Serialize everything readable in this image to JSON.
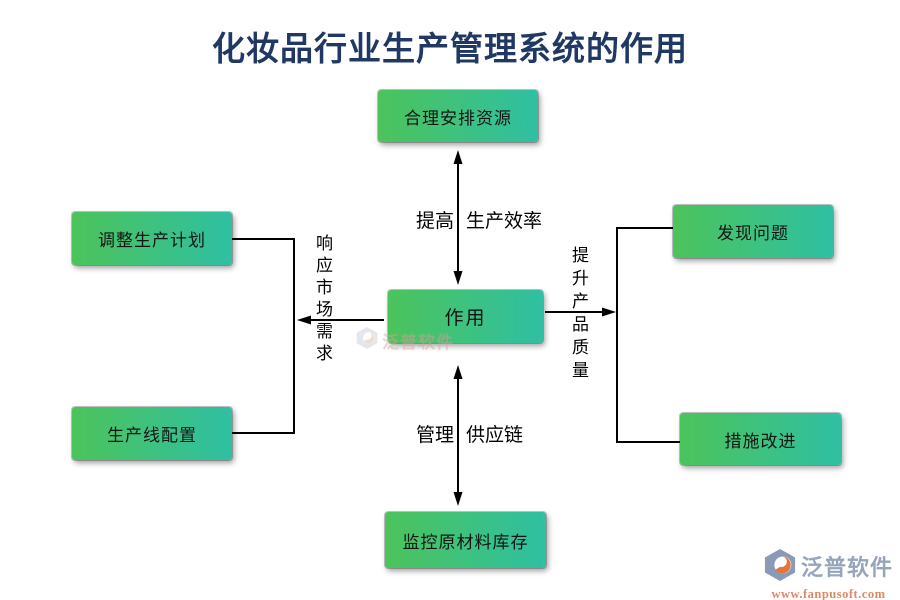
{
  "title": "化妆品行业生产管理系统的作用",
  "nodes": {
    "center": "作用",
    "top": "合理安排资源",
    "left_top": "调整生产计划",
    "left_bottom": "生产线配置",
    "right_top": "发现问题",
    "right_bottom": "措施改进",
    "bottom": "监控原材料库存"
  },
  "edge_labels": {
    "top": {
      "left": "提高",
      "right": "生产效率"
    },
    "bottom": {
      "left": "管理",
      "right": "供应链"
    },
    "left": "响应市场需求",
    "right": "提升产品质量"
  },
  "watermark": {
    "text": "泛普软件"
  },
  "logo": {
    "name": "泛普软件",
    "url": "www.fanpusoft.com"
  },
  "colors": {
    "title": "#1f3864",
    "box_gradient_start": "#4cc35b",
    "box_gradient_end": "#2fc0a3",
    "box_text": "#141414",
    "line": "#000000",
    "logo_text": "#96a5bb",
    "logo_url": "#df8866",
    "logo_shape": "#8a99b5",
    "logo_accent": "#e0763f"
  }
}
